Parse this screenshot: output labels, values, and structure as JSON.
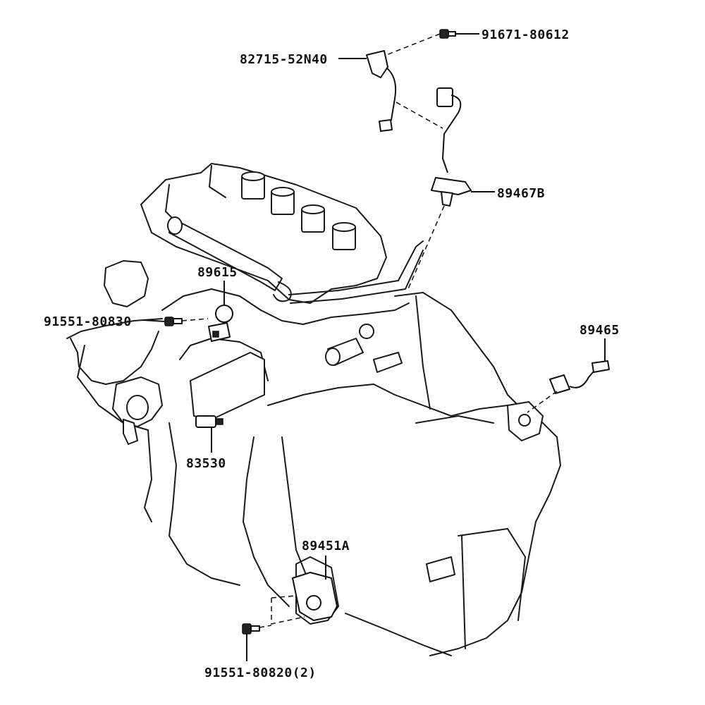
{
  "parts": {
    "bolt_top": "91671-80612",
    "bracket": "82715-52N40",
    "o2_sensor_upper": "89467B",
    "coolant_temp_sensor": "89615",
    "bolt_left": "91551-80830",
    "crank_sensor": "89465",
    "oil_pressure_switch": "83530",
    "speed_sensor": "89451A",
    "bolt_bottom": "91551-80820(2)"
  }
}
